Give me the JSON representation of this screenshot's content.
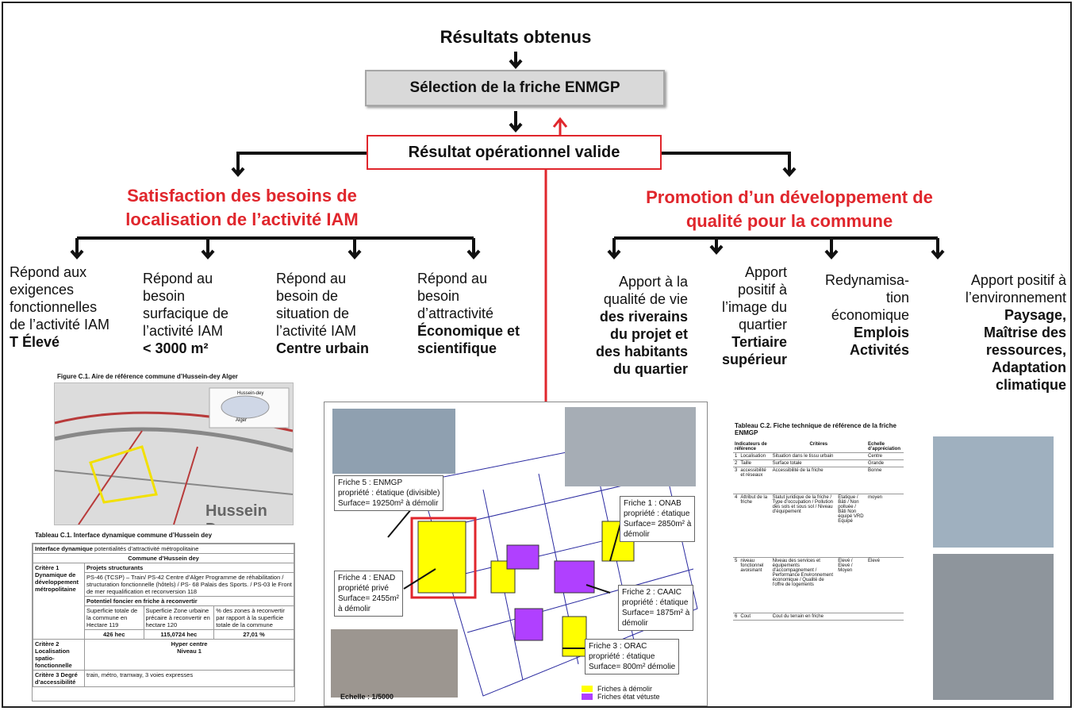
{
  "title": "Résultats obtenus",
  "selection": "Sélection de la friche ENMGP",
  "result": "Résultat opérationnel valide",
  "left_head": [
    "Satisfaction des besoins de",
    "localisation de  l’activité IAM"
  ],
  "right_head": [
    "Promotion d’un développement de",
    "qualité pour la commune"
  ],
  "left_items": [
    {
      "lines": [
        "Répond aux",
        "exigences",
        "fonctionnelles",
        "de l’activité IAM"
      ],
      "bold": [
        "T Élevé"
      ]
    },
    {
      "lines": [
        "Répond au",
        "besoin",
        "surfacique de",
        "l’activité IAM"
      ],
      "bold": [
        "< 3000 m²"
      ]
    },
    {
      "lines": [
        "Répond au",
        "besoin de",
        "situation de",
        "l’activité IAM"
      ],
      "bold": [
        "Centre urbain"
      ]
    },
    {
      "lines": [
        "Répond au",
        "besoin",
        "d’attractivité"
      ],
      "bold": [
        "Économique et",
        "scientifique"
      ]
    }
  ],
  "right_items": [
    {
      "lines": [
        "Apport  à la",
        "qualité de vie"
      ],
      "bold": [
        "des riverains",
        "du projet et",
        "des habitants",
        "du quartier"
      ]
    },
    {
      "lines": [
        "Apport",
        "positif à",
        "l’image du",
        "quartier"
      ],
      "bold": [
        "Tertiaire",
        "supérieur"
      ]
    },
    {
      "lines": [
        "Redynamisa-",
        "tion",
        "économique"
      ],
      "bold": [
        "Emplois",
        "Activités"
      ]
    },
    {
      "lines": [
        "Apport positif à",
        "l’environnement"
      ],
      "bold": [
        "Paysage,",
        "Maîtrise des",
        "ressources,",
        "Adaptation",
        "climatique"
      ]
    }
  ],
  "fig1_caption": "Figure C.1. Aire de référence  commune d’Hussein-dey Alger",
  "map_labels": {
    "hussein_dey": "Hussein Dey",
    "inset_hd": "Hussein-dey",
    "inset_alger": "Alger"
  },
  "tbl1": {
    "caption": "Tableau C.1. Interface dynamique commune d’Hussein dey",
    "header_a": "Interface dynamique",
    "header_b": "potentialités d’attractivité métropolitaine",
    "commune": "Commune d’Hussein dey",
    "c1_label": "Critère 1 Dynamique de développement métropolitaine",
    "proj_head": "Projets structurants",
    "proj_text": "PS-46 (TCSP) – Train/ PS-42 Centre d’Alger  Programme de réhabilitation / structuration fonctionnelle (hôtels) / PS- 68 Palais des Sports. / PS-03 le Front de mer requalification et reconversion 118",
    "pot_head": "Potentiel foncier en friche à reconvertir",
    "col1": "Superficie totale de la commune en Hectare 119",
    "col2": "Superficie Zone urbaine précaire à reconvertir en hectare 120",
    "col3": "% des zones à reconvertir par rapport à la superficie totale de la commune",
    "v1": "426 hec",
    "v2": "115,0724 hec",
    "v3": "27,01 %",
    "c2_label": "Critère 2 Localisation spatio-fonctionnelle",
    "c2_value": "Hyper centre",
    "c2_level": "Niveau 1",
    "c3_label": "Critère 3 Degré d’accessibilité",
    "c3_value": "train, métro, tramway, 3 voies expresses"
  },
  "plan": {
    "f5": [
      "Friche 5 : ENMGP",
      "propriété : étatique (divisible)",
      "Surface= 19250m² à démolir"
    ],
    "f1": [
      "Friche 1 : ONAB",
      "propriété : étatique",
      "Surface= 2850m² à",
      "démolir"
    ],
    "f4": [
      "Friche 4 : ENAD",
      "propriété privé",
      "Surface= 2455m²",
      "à démolir"
    ],
    "f2": [
      "Friche 2 : CAAIC",
      "propriété : étatique",
      "Surface= 1875m² à",
      "démolir"
    ],
    "f3": [
      "Friche 3 : ORAC",
      "propriété : étatique",
      "Surface= 800m² démolie"
    ],
    "scale": "Echelle : 1/5000",
    "legend1": "Friches à démolir",
    "legend2": "Friches état vétuste"
  },
  "tbl2": {
    "caption": "Tableau C.2. Fiche technique de référence de la friche ENMGP",
    "h1": "Indicateurs de référence",
    "h2": "Critères",
    "h3": "Echelle d’appréciation",
    "rows": [
      [
        "1",
        "Localisation",
        "Situation dans le tissu urbain",
        "",
        "Centre"
      ],
      [
        "2",
        "Taille",
        "Surface totale",
        "",
        "Grande"
      ],
      [
        "3",
        "accessibilité et réseaux",
        "Accessibilité de la friche",
        "",
        "Bonne"
      ],
      [
        "4",
        "Attribut de la friche",
        "Statut juridique de la friche / Type d’occupation / Pollution des sols et sous sol / Niveau d’équipement",
        "Etatique / Bâti / Non polluée / Bâti Non équipé VRD Equipé",
        "moyen"
      ],
      [
        "5",
        "niveau fonctionnel avoisinant",
        "Niveau des services et équipements d’accompagnement / Performance Environnement économique / Qualité de l’offre de logements",
        "Elevé / Elevé / Moyen",
        "Elevé"
      ],
      [
        "6",
        "Cout",
        "Cout du terrain en friche",
        "",
        ""
      ]
    ]
  },
  "colors": {
    "red": "#e0262c",
    "yellow": "#ffff00",
    "purple": "#b040ff"
  }
}
